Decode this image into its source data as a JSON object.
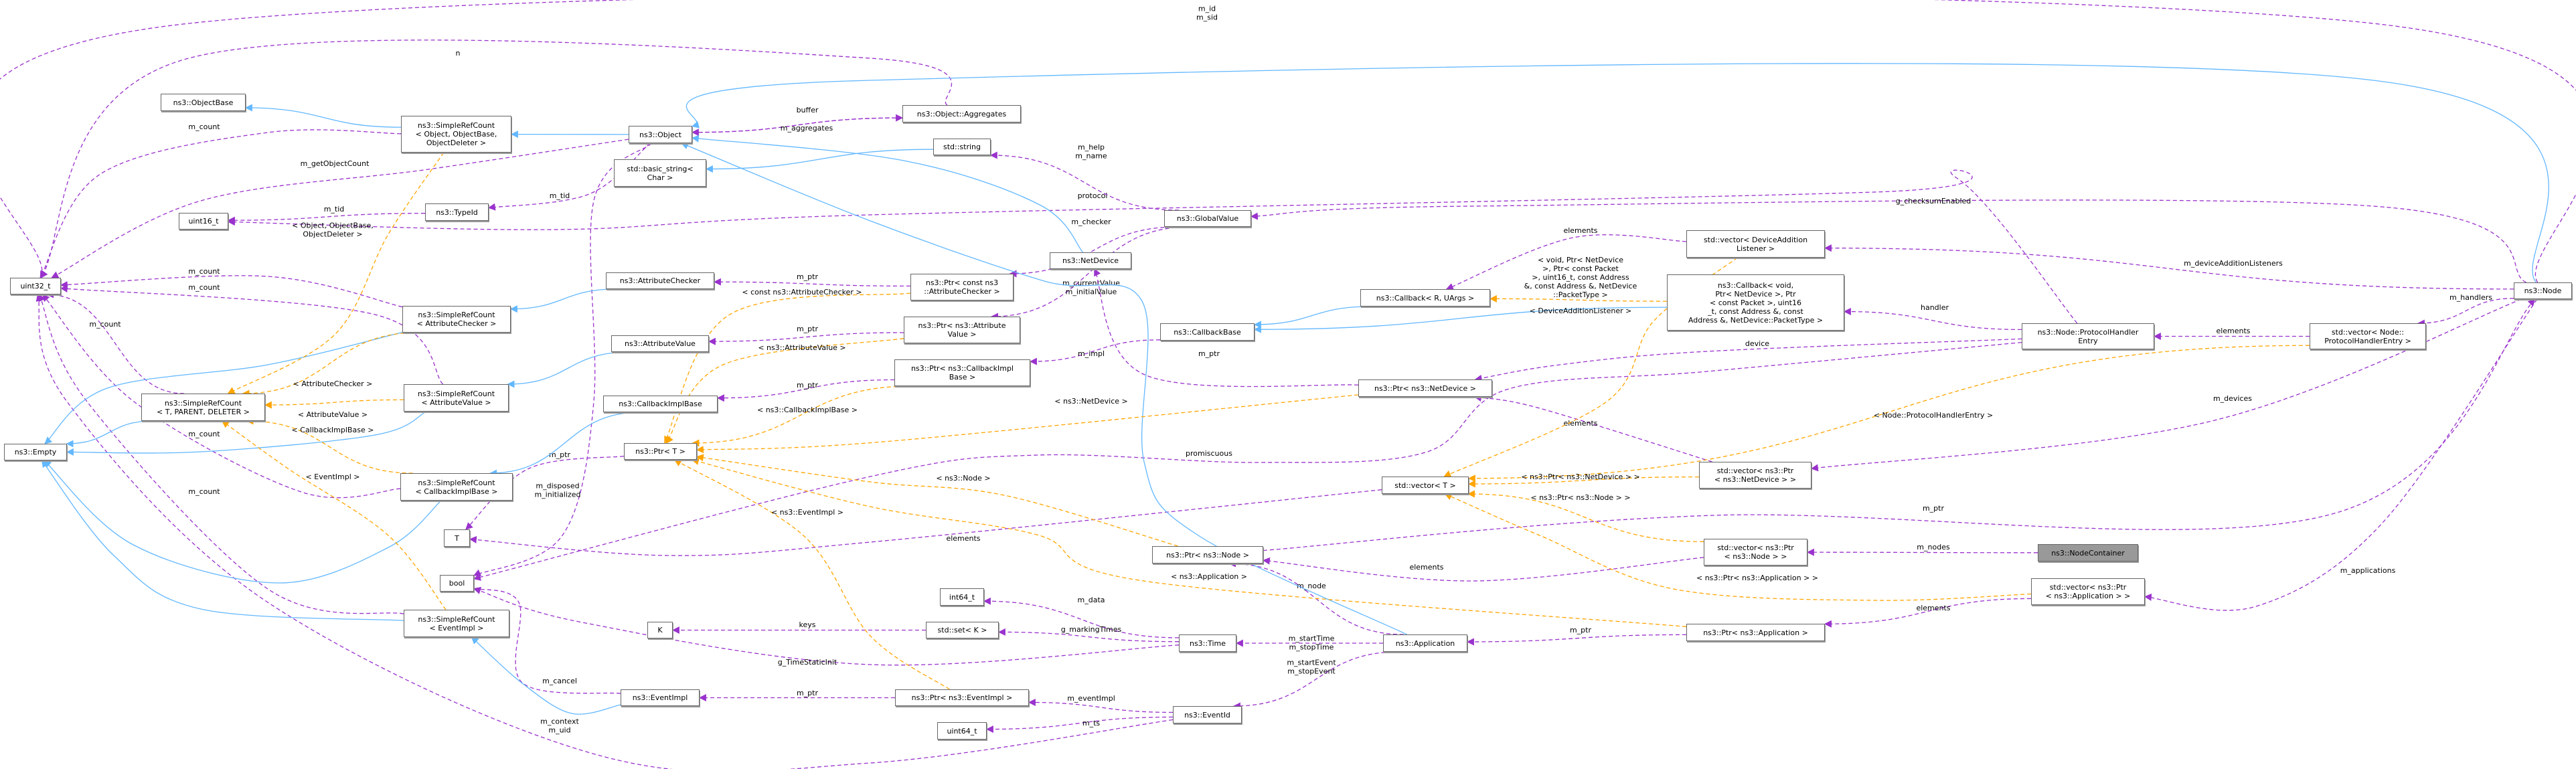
{
  "colors": {
    "usage": "#9a32cd",
    "inheritance": "#63b8ff",
    "template": "#ffa500",
    "current_node_fill": "#999999"
  },
  "current_node": "nodecontainer",
  "nodes": [
    {
      "id": "uint32",
      "label": "uint32_t"
    },
    {
      "id": "objectbase",
      "label": "ns3::ObjectBase"
    },
    {
      "id": "srcObject",
      "label": "ns3::SimpleRefCount\n< Object, ObjectBase,\nObjectDeleter >"
    },
    {
      "id": "object",
      "label": "ns3::Object"
    },
    {
      "id": "basicstring",
      "label": "std::basic_string<\nChar >"
    },
    {
      "id": "typeid",
      "label": "ns3::TypeId"
    },
    {
      "id": "uint16",
      "label": "uint16_t"
    },
    {
      "id": "attrchecker",
      "label": "ns3::AttributeChecker"
    },
    {
      "id": "srcAC",
      "label": "ns3::SimpleRefCount\n< AttributeChecker >"
    },
    {
      "id": "attrvalue",
      "label": "ns3::AttributeValue"
    },
    {
      "id": "aggregates",
      "label": "ns3::Object::Aggregates"
    },
    {
      "id": "string",
      "label": "std::string"
    },
    {
      "id": "globalvalue",
      "label": "ns3::GlobalValue"
    },
    {
      "id": "netdevice",
      "label": "ns3::NetDevice"
    },
    {
      "id": "ptrAC",
      "label": "ns3::Ptr< const ns3\n::AttributeChecker >"
    },
    {
      "id": "ptrAV",
      "label": "ns3::Ptr< ns3::Attribute\nValue >"
    },
    {
      "id": "callbackbase",
      "label": "ns3::CallbackBase"
    },
    {
      "id": "callbackR",
      "label": "ns3::Callback< R, UArgs >"
    },
    {
      "id": "vecDAL",
      "label": "std::vector< DeviceAddition\nListener >"
    },
    {
      "id": "callbackVoid",
      "label": "ns3::Callback< void,\nPtr< NetDevice >, Ptr\n< const Packet >, uint16\n_t, const Address &, const\nAddress &, NetDevice::PacketType >"
    },
    {
      "id": "ptrCIB",
      "label": "ns3::Ptr< ns3::CallbackImpl\nBase >"
    },
    {
      "id": "ptrND",
      "label": "ns3::Ptr< ns3::NetDevice >"
    },
    {
      "id": "phe",
      "label": "ns3::Node::ProtocolHandler\nEntry"
    },
    {
      "id": "vecPHE",
      "label": "std::vector< Node::\nProtocolHandlerEntry >"
    },
    {
      "id": "node",
      "label": "ns3::Node"
    },
    {
      "id": "srcTPD",
      "label": "ns3::SimpleRefCount\n< T, PARENT, DELETER >"
    },
    {
      "id": "srcAV",
      "label": "ns3::SimpleRefCount\n< AttributeValue >"
    },
    {
      "id": "cib",
      "label": "ns3::CallbackImplBase"
    },
    {
      "id": "empty",
      "label": "ns3::Empty"
    },
    {
      "id": "ptrT",
      "label": "ns3::Ptr< T >"
    },
    {
      "id": "srcCIB",
      "label": "ns3::SimpleRefCount\n< CallbackImplBase >"
    },
    {
      "id": "T",
      "label": "T"
    },
    {
      "id": "bool",
      "label": "bool"
    },
    {
      "id": "srcEI",
      "label": "ns3::SimpleRefCount\n< EventImpl >"
    },
    {
      "id": "K",
      "label": "K"
    },
    {
      "id": "eventimpl",
      "label": "ns3::EventImpl"
    },
    {
      "id": "vecT",
      "label": "std::vector< T >"
    },
    {
      "id": "vecPND",
      "label": "std::vector< ns3::Ptr\n< ns3::NetDevice > >"
    },
    {
      "id": "ptrNode",
      "label": "ns3::Ptr< ns3::Node >"
    },
    {
      "id": "vecPNode",
      "label": "std::vector< ns3::Ptr\n< ns3::Node > >"
    },
    {
      "id": "int64",
      "label": "int64_t"
    },
    {
      "id": "setK",
      "label": "std::set< K >"
    },
    {
      "id": "time",
      "label": "ns3::Time"
    },
    {
      "id": "application",
      "label": "ns3::Application"
    },
    {
      "id": "ptrApp",
      "label": "ns3::Ptr< ns3::Application >"
    },
    {
      "id": "ptrEI",
      "label": "ns3::Ptr< ns3::EventImpl >"
    },
    {
      "id": "eventid",
      "label": "ns3::EventId"
    },
    {
      "id": "uint64",
      "label": "uint64_t"
    },
    {
      "id": "nodecontainer",
      "label": "ns3::NodeContainer"
    },
    {
      "id": "vecPApp",
      "label": "std::vector< ns3::Ptr\n< ns3::Application > >"
    }
  ],
  "edges": [
    {
      "from": "node",
      "to": "uint32",
      "kind": "usage",
      "label": "m_id\nm_sid"
    },
    {
      "from": "aggregates",
      "to": "uint32",
      "kind": "usage",
      "label": "n"
    },
    {
      "from": "srcObject",
      "to": "uint32",
      "kind": "usage",
      "label": "m_count"
    },
    {
      "from": "object",
      "to": "uint32",
      "kind": "usage",
      "label": "m_getObjectCount"
    },
    {
      "from": "srcAC",
      "to": "uint32",
      "kind": "usage",
      "label": "m_count"
    },
    {
      "from": "srcAV",
      "to": "uint32",
      "kind": "usage",
      "label": "m_count"
    },
    {
      "from": "srcTPD",
      "to": "uint32",
      "kind": "usage",
      "label": "m_count"
    },
    {
      "from": "srcCIB",
      "to": "uint32",
      "kind": "usage",
      "label": "m_count"
    },
    {
      "from": "srcEI",
      "to": "uint32",
      "kind": "usage",
      "label": "m_count"
    },
    {
      "from": "eventid",
      "to": "uint32",
      "kind": "usage",
      "label": "m_context\nm_uid"
    },
    {
      "from": "aggregates",
      "to": "object",
      "kind": "usage",
      "label": "buffer"
    },
    {
      "from": "object",
      "to": "aggregates",
      "kind": "usage",
      "label": "m_aggregates"
    },
    {
      "from": "object",
      "to": "typeid",
      "kind": "usage",
      "label": "m_tid"
    },
    {
      "from": "typeid",
      "to": "uint16",
      "kind": "usage",
      "label": "m_tid"
    },
    {
      "from": "phe",
      "to": "uint16",
      "kind": "usage",
      "label": "protocol"
    },
    {
      "from": "object",
      "to": "bool",
      "kind": "usage",
      "label": "m_disposed\nm_initialized"
    },
    {
      "from": "globalvalue",
      "to": "string",
      "kind": "usage",
      "label": "m_help\nm_name"
    },
    {
      "from": "globalvalue",
      "to": "ptrAC",
      "kind": "usage",
      "label": "m_checker"
    },
    {
      "from": "globalvalue",
      "to": "ptrAV",
      "kind": "usage",
      "label": "m_currentValue\nm_initialValue"
    },
    {
      "from": "node",
      "to": "globalvalue",
      "kind": "usage",
      "label": "g_checksumEnabled"
    },
    {
      "from": "ptrAC",
      "to": "attrchecker",
      "kind": "usage",
      "label": "m_ptr"
    },
    {
      "from": "ptrAV",
      "to": "attrvalue",
      "kind": "usage",
      "label": "m_ptr"
    },
    {
      "from": "ptrCIB",
      "to": "cib",
      "kind": "usage",
      "label": "m_ptr"
    },
    {
      "from": "callbackbase",
      "to": "ptrCIB",
      "kind": "usage",
      "label": "m_impl"
    },
    {
      "from": "ptrND",
      "to": "netdevice",
      "kind": "usage",
      "label": "m_ptr"
    },
    {
      "from": "ptrT",
      "to": "T",
      "kind": "usage",
      "label": "m_ptr"
    },
    {
      "from": "vecT",
      "to": "T",
      "kind": "usage",
      "label": "elements"
    },
    {
      "from": "phe",
      "to": "bool",
      "kind": "usage",
      "label": "promiscuous"
    },
    {
      "from": "time",
      "to": "bool",
      "kind": "usage",
      "label": "g_TimeStaticInit"
    },
    {
      "from": "eventimpl",
      "to": "bool",
      "kind": "usage",
      "label": "m_cancel"
    },
    {
      "from": "vecDAL",
      "to": "callbackR",
      "kind": "usage",
      "label": "elements"
    },
    {
      "from": "phe",
      "to": "callbackVoid",
      "kind": "usage",
      "label": "handler"
    },
    {
      "from": "phe",
      "to": "ptrND",
      "kind": "usage",
      "label": "device"
    },
    {
      "from": "node",
      "to": "vecDAL",
      "kind": "usage",
      "label": "m_deviceAdditionListeners"
    },
    {
      "from": "node",
      "to": "vecPHE",
      "kind": "usage",
      "label": "m_handlers"
    },
    {
      "from": "vecPHE",
      "to": "phe",
      "kind": "usage",
      "label": "elements"
    },
    {
      "from": "node",
      "to": "vecPND",
      "kind": "usage",
      "label": "m_devices"
    },
    {
      "from": "vecPND",
      "to": "ptrND",
      "kind": "usage",
      "label": "elements"
    },
    {
      "from": "ptrNode",
      "to": "node",
      "kind": "usage",
      "label": "m_ptr"
    },
    {
      "from": "vecPNode",
      "to": "ptrNode",
      "kind": "usage",
      "label": "elements"
    },
    {
      "from": "nodecontainer",
      "to": "vecPNode",
      "kind": "usage",
      "label": "m_nodes"
    },
    {
      "from": "node",
      "to": "vecPApp",
      "kind": "usage",
      "label": "m_applications"
    },
    {
      "from": "vecPApp",
      "to": "ptrApp",
      "kind": "usage",
      "label": "elements"
    },
    {
      "from": "ptrApp",
      "to": "application",
      "kind": "usage",
      "label": "m_ptr"
    },
    {
      "from": "application",
      "to": "ptrNode",
      "kind": "usage",
      "label": "m_node"
    },
    {
      "from": "time",
      "to": "int64",
      "kind": "usage",
      "label": "m_data"
    },
    {
      "from": "time",
      "to": "setK",
      "kind": "usage",
      "label": "g_markingTimes"
    },
    {
      "from": "setK",
      "to": "K",
      "kind": "usage",
      "label": "keys"
    },
    {
      "from": "application",
      "to": "time",
      "kind": "usage",
      "label": "m_startTime\nm_stopTime"
    },
    {
      "from": "application",
      "to": "eventid",
      "kind": "usage",
      "label": "m_startEvent\nm_stopEvent"
    },
    {
      "from": "eventid",
      "to": "ptrEI",
      "kind": "usage",
      "label": "m_eventImpl"
    },
    {
      "from": "ptrEI",
      "to": "eventimpl",
      "kind": "usage",
      "label": "m_ptr"
    },
    {
      "from": "eventid",
      "to": "uint64",
      "kind": "usage",
      "label": "m_ts"
    },
    {
      "from": "srcObject",
      "to": "objectbase",
      "kind": "inheritance"
    },
    {
      "from": "object",
      "to": "srcObject",
      "kind": "inheritance"
    },
    {
      "from": "node",
      "to": "object",
      "kind": "inheritance"
    },
    {
      "from": "netdevice",
      "to": "object",
      "kind": "inheritance"
    },
    {
      "from": "application",
      "to": "object",
      "kind": "inheritance"
    },
    {
      "from": "string",
      "to": "basicstring",
      "kind": "inheritance"
    },
    {
      "from": "attrchecker",
      "to": "srcAC",
      "kind": "inheritance"
    },
    {
      "from": "attrvalue",
      "to": "srcAV",
      "kind": "inheritance"
    },
    {
      "from": "cib",
      "to": "srcCIB",
      "kind": "inheritance"
    },
    {
      "from": "eventimpl",
      "to": "srcEI",
      "kind": "inheritance"
    },
    {
      "from": "srcAC",
      "to": "empty",
      "kind": "inheritance"
    },
    {
      "from": "srcAV",
      "to": "empty",
      "kind": "inheritance"
    },
    {
      "from": "srcTPD",
      "to": "empty",
      "kind": "inheritance"
    },
    {
      "from": "srcCIB",
      "to": "empty",
      "kind": "inheritance"
    },
    {
      "from": "srcEI",
      "to": "empty",
      "kind": "inheritance"
    },
    {
      "from": "callbackR",
      "to": "callbackbase",
      "kind": "inheritance"
    },
    {
      "from": "callbackVoid",
      "to": "callbackbase",
      "kind": "inheritance"
    },
    {
      "from": "srcObject",
      "to": "srcTPD",
      "kind": "template",
      "label": "< Object, ObjectBase,\nObjectDeleter >"
    },
    {
      "from": "srcAC",
      "to": "srcTPD",
      "kind": "template",
      "label": "< AttributeChecker >"
    },
    {
      "from": "srcAV",
      "to": "srcTPD",
      "kind": "template",
      "label": "< AttributeValue >"
    },
    {
      "from": "srcCIB",
      "to": "srcTPD",
      "kind": "template",
      "label": "< CallbackImplBase >"
    },
    {
      "from": "srcEI",
      "to": "srcTPD",
      "kind": "template",
      "label": "< EventImpl >"
    },
    {
      "from": "ptrAC",
      "to": "ptrT",
      "kind": "template",
      "label": "< const ns3::AttributeChecker >"
    },
    {
      "from": "ptrAV",
      "to": "ptrT",
      "kind": "template",
      "label": "< ns3::AttributeValue >"
    },
    {
      "from": "ptrCIB",
      "to": "ptrT",
      "kind": "template",
      "label": "< ns3::CallbackImplBase >"
    },
    {
      "from": "ptrND",
      "to": "ptrT",
      "kind": "template",
      "label": "< ns3::NetDevice >"
    },
    {
      "from": "ptrNode",
      "to": "ptrT",
      "kind": "template",
      "label": "< ns3::Node >"
    },
    {
      "from": "ptrEI",
      "to": "ptrT",
      "kind": "template",
      "label": "< ns3::EventImpl >"
    },
    {
      "from": "ptrApp",
      "to": "ptrT",
      "kind": "template",
      "label": "< ns3::Application >"
    },
    {
      "from": "callbackVoid",
      "to": "callbackR",
      "kind": "template",
      "label": "< void, Ptr< NetDevice\n>, Ptr< const Packet\n>, uint16_t, const Address\n&, const Address &, NetDevice\n::PacketType >"
    },
    {
      "from": "vecDAL",
      "to": "vecT",
      "kind": "template",
      "label": "< DeviceAdditionListener >"
    },
    {
      "from": "vecPHE",
      "to": "vecT",
      "kind": "template",
      "label": "< Node::ProtocolHandlerEntry >"
    },
    {
      "from": "vecPND",
      "to": "vecT",
      "kind": "template",
      "label": "< ns3::Ptr< ns3::NetDevice > >"
    },
    {
      "from": "vecPNode",
      "to": "vecT",
      "kind": "template",
      "label": "< ns3::Ptr< ns3::Node > >"
    },
    {
      "from": "vecPApp",
      "to": "vecT",
      "kind": "template",
      "label": "< ns3::Ptr< ns3::Application > >"
    }
  ]
}
